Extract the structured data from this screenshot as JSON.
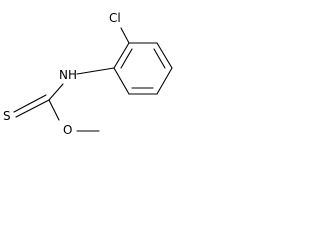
{
  "molecule": {
    "atoms": {
      "chlorine": "Cl",
      "amine": "NH",
      "sulfur": "S",
      "oxygen": "O"
    },
    "colors": {
      "bond": "#000000",
      "label": "#000000",
      "background": "#ffffff"
    }
  }
}
